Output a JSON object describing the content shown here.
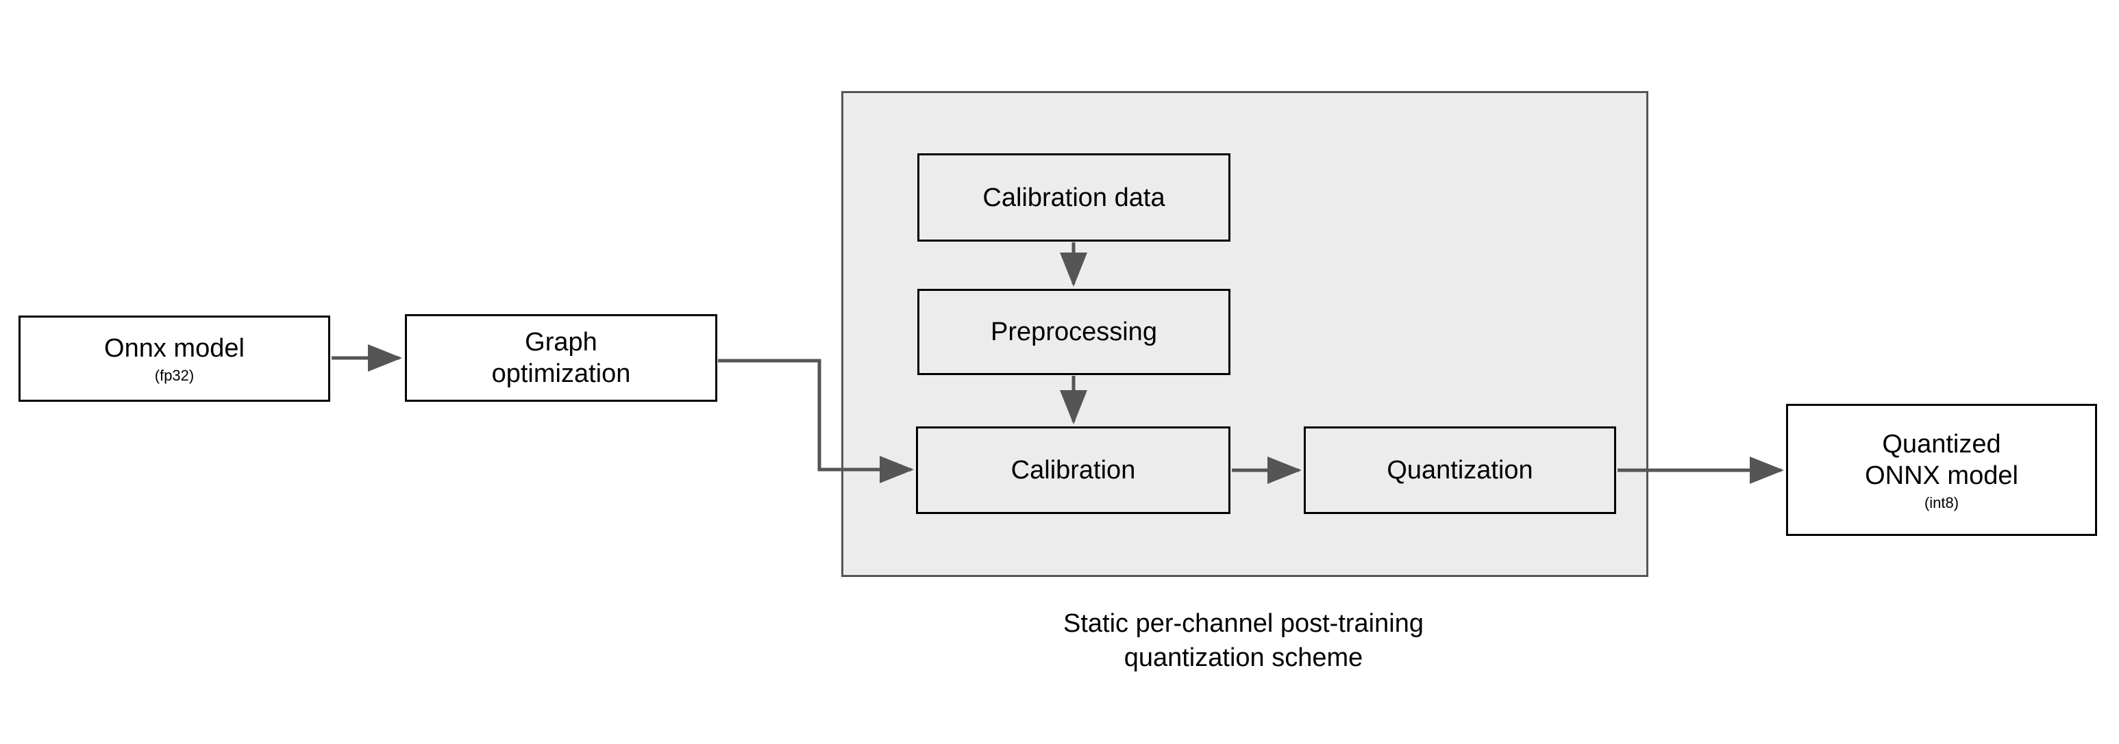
{
  "diagram": {
    "title_caption": "Static per-channel post-training\nquantization scheme",
    "colors": {
      "page_background": "#ffffff",
      "group_fill": "#ececec",
      "group_border": "#555555",
      "node_border": "#000000",
      "node_fill": "#ffffff",
      "arrow": "#555555",
      "text": "#000000"
    },
    "nodes": {
      "onnx_model": {
        "label": "Onnx model",
        "sublabel": "(fp32)"
      },
      "graph_optimization": {
        "label": "Graph\noptimization"
      },
      "calibration_data": {
        "label": "Calibration data"
      },
      "preprocessing": {
        "label": "Preprocessing"
      },
      "calibration": {
        "label": "Calibration"
      },
      "quantization": {
        "label": "Quantization"
      },
      "quantized_onnx_model": {
        "label": "Quantized\nONNX model",
        "sublabel": "(int8)"
      }
    },
    "edges": [
      {
        "from": "onnx_model",
        "to": "graph_optimization",
        "style": "straight-right"
      },
      {
        "from": "graph_optimization",
        "to": "calibration",
        "style": "elbow-right-down-right"
      },
      {
        "from": "calibration_data",
        "to": "preprocessing",
        "style": "straight-down"
      },
      {
        "from": "preprocessing",
        "to": "calibration",
        "style": "straight-down"
      },
      {
        "from": "calibration",
        "to": "quantization",
        "style": "straight-right"
      },
      {
        "from": "quantization",
        "to": "quantized_onnx_model",
        "style": "straight-right"
      }
    ]
  }
}
